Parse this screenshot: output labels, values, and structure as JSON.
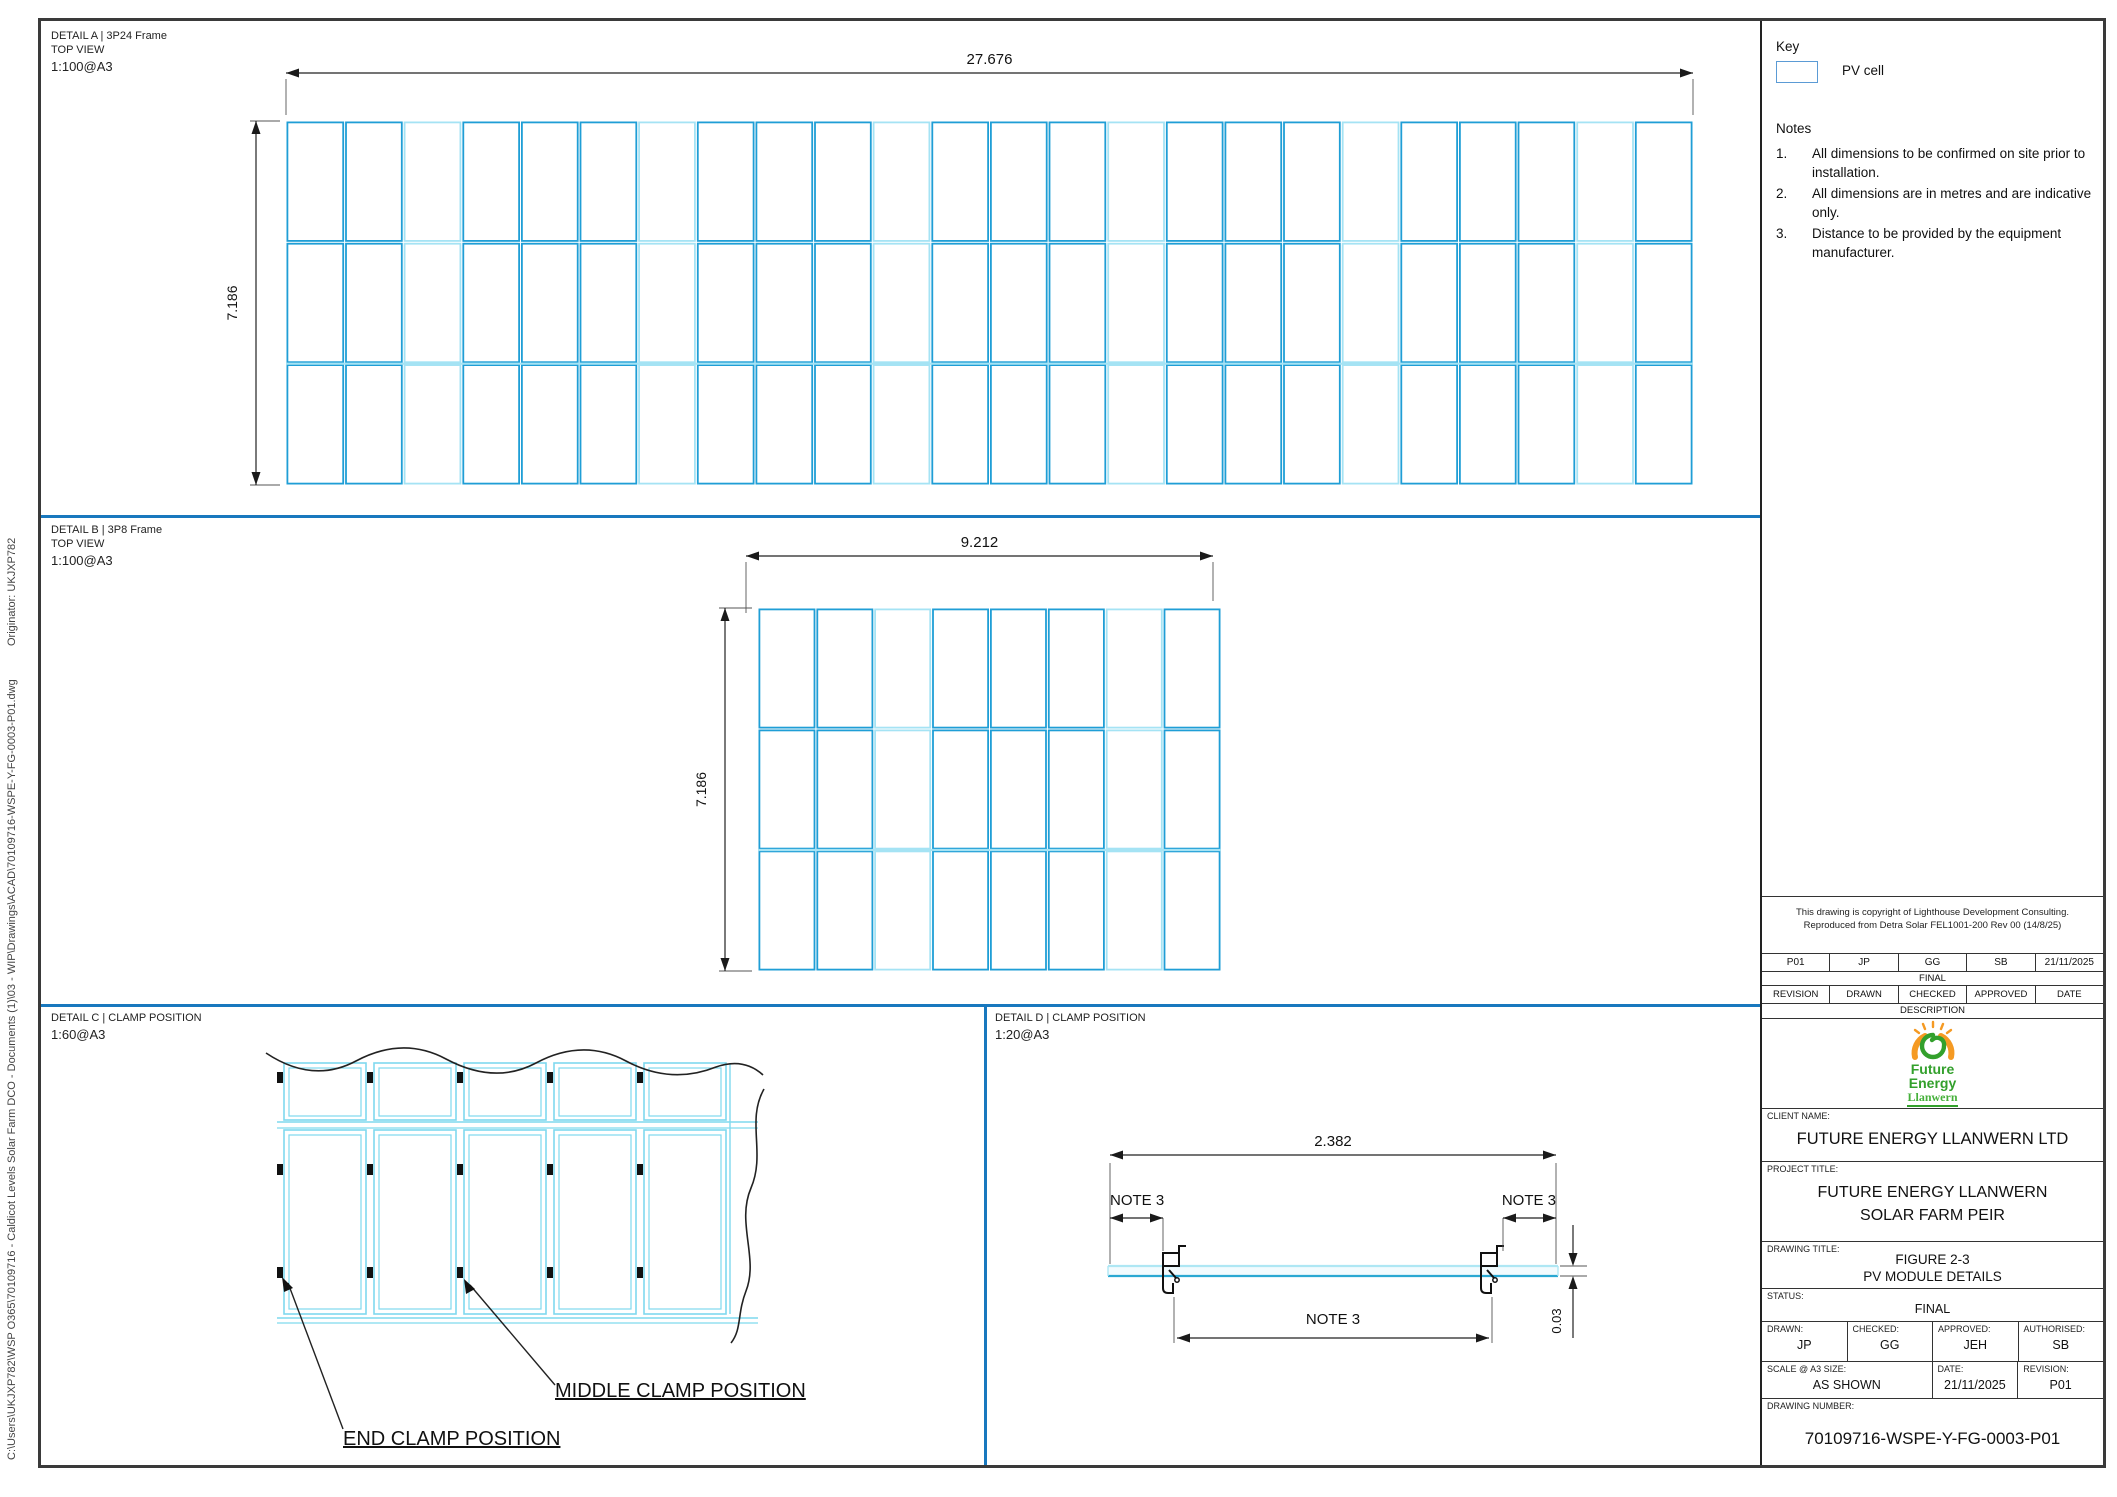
{
  "colors": {
    "divider_blue": "#1878BE",
    "module_dark": "#1F9ED6",
    "module_light": "#A5E3F4",
    "cell_cyan": "#7FD9EE",
    "bar_top_cyan": "#AEE7F4",
    "bar_bottom_cyan": "#2AA8D2",
    "key_box_border": "#5B9BD5",
    "logo_green": "#33A02C",
    "logo_orange": "#F59A23"
  },
  "sidebar": {
    "file_path": "C:\\Users\\UKJXP782\\WSP O365\\70109716 - Caldicot Levels Solar Farm DCO - Documents (1)\\03 - WIP\\Drawings\\ACAD\\70109716-WSPE-Y-FG-0003-P01.dwg",
    "originator": "Originator: UKJXP782"
  },
  "details": {
    "a": {
      "title": "DETAIL A | 3P24 Frame",
      "view": "TOP VIEW",
      "scale": "1:100@A3",
      "dim_width": "27.676",
      "dim_height": "7.186",
      "grid": {
        "cols": 24,
        "rows": 3
      }
    },
    "b": {
      "title": "DETAIL B | 3P8 Frame",
      "view": "TOP VIEW",
      "scale": "1:100@A3",
      "dim_width": "9.212",
      "dim_height": "7.186",
      "grid": {
        "cols": 8,
        "rows": 3
      }
    },
    "c": {
      "title": "DETAIL C | CLAMP POSITION",
      "scale": "1:60@A3",
      "label_end": "END CLAMP POSITION",
      "label_middle": "MIDDLE CLAMP POSITION"
    },
    "d": {
      "title": "DETAIL D | CLAMP POSITION",
      "scale": "1:20@A3",
      "dim_width": "2.382",
      "dim_thickness": "0.03",
      "note_left": "NOTE 3",
      "note_right": "NOTE 3",
      "note_bottom": "NOTE 3"
    }
  },
  "key": {
    "title": "Key",
    "pv_cell_label": "PV cell"
  },
  "notes": {
    "title": "Notes",
    "items": [
      {
        "num": "1.",
        "text": "All dimensions to be confirmed on site prior to installation."
      },
      {
        "num": "2.",
        "text": "All dimensions are in metres and are indicative only."
      },
      {
        "num": "3.",
        "text": "Distance to be provided by the equipment manufacturer."
      }
    ]
  },
  "copyright_line1": "This drawing is copyright of Lighthouse Development Consulting.",
  "copyright_line2": "Reproduced from Detra Solar FEL1001-200 Rev 00 (14/8/25)",
  "revision_table": {
    "entry": {
      "revision": "P01",
      "drawn": "JP",
      "checked": "GG",
      "approved": "SB",
      "date": "21/11/2025",
      "description": "FINAL"
    },
    "headers": {
      "revision": "REVISION",
      "drawn": "DRAWN",
      "checked": "CHECKED",
      "approved": "APPROVED",
      "date": "DATE",
      "description": "DESCRIPTION"
    }
  },
  "logo": {
    "line1": "Future",
    "line2": "Energy",
    "line3": "Llanwern"
  },
  "title_block": {
    "client_label": "CLIENT NAME:",
    "client": "FUTURE ENERGY LLANWERN LTD",
    "project_label": "PROJECT TITLE:",
    "project_line1": "FUTURE ENERGY LLANWERN",
    "project_line2": "SOLAR FARM PEIR",
    "drawing_label": "DRAWING TITLE:",
    "drawing_line1": "FIGURE 2-3",
    "drawing_line2": "PV MODULE DETAILS",
    "status_label": "STATUS:",
    "status": "FINAL",
    "drawn_label": "DRAWN:",
    "drawn": "JP",
    "checked_label": "CHECKED:",
    "checked": "GG",
    "approved_label": "APPROVED:",
    "approved": "JEH",
    "authorised_label": "AUTHORISED:",
    "authorised": "SB",
    "scale_label": "SCALE @ A3 SIZE:",
    "scale": "AS SHOWN",
    "date_label": "DATE:",
    "date": "21/11/2025",
    "revision_label": "REVISION:",
    "revision": "P01",
    "number_label": "DRAWING NUMBER:",
    "number": "70109716-WSPE-Y-FG-0003-P01"
  }
}
